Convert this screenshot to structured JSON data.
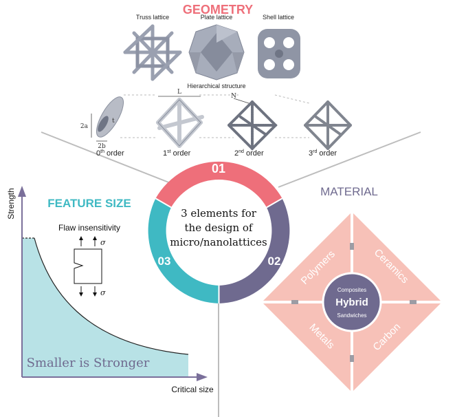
{
  "geometry": {
    "title": "GEOMETRY",
    "types": [
      {
        "label": "Truss lattice"
      },
      {
        "label": "Plate lattice"
      },
      {
        "label": "Shell lattice"
      }
    ],
    "hierarchical_title": "Hierarchical structure",
    "orders": [
      {
        "num": "0",
        "sup": "th",
        "word": " order"
      },
      {
        "num": "1",
        "sup": "st",
        "word": " order"
      },
      {
        "num": "2",
        "sup": "nd",
        "word": " order"
      },
      {
        "num": "3",
        "sup": "rd",
        "word": " order"
      }
    ],
    "dim_labels": {
      "a": "2a",
      "b": "2b",
      "t": "t",
      "L": "L",
      "N": "N"
    }
  },
  "center": {
    "lines": [
      "3 elements for",
      "the design of",
      "micro/nanolattices"
    ],
    "segments": [
      "01",
      "02",
      "03"
    ]
  },
  "feature_size": {
    "title": "FEATURE SIZE",
    "y_label": "Strength",
    "x_label": "Critical size",
    "flaw_label": "Flaw insensitivity",
    "sigma": "σ",
    "slogan": "Smaller is Stronger"
  },
  "material": {
    "title": "MATERIAL",
    "quadrants": [
      "Polymers",
      "Ceramics",
      "Metals",
      "Carbon"
    ],
    "hub_top": "Composites",
    "hub_main": "Hybrid",
    "hub_bottom": "Sandwiches"
  },
  "colors": {
    "geometry": "#ee6f7a",
    "feature": "#3fb9c3",
    "material": "#6f6a8f",
    "material_fill": "#f7c1b8",
    "axis": "#7a6f9a",
    "lattice": "#9aa0b0"
  }
}
